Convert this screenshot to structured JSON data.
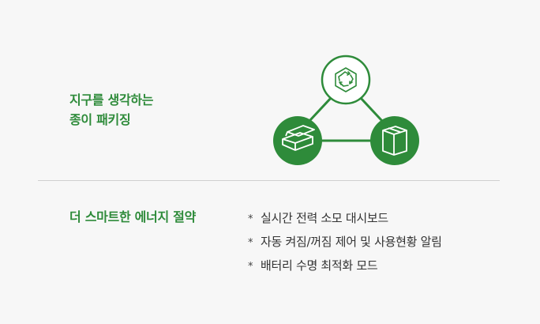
{
  "packaging": {
    "title_line1": "지구를 생각하는",
    "title_line2": "종이 패키징",
    "icons": [
      "recycle-hexagon-icon",
      "open-box-icon",
      "closed-box-icon"
    ]
  },
  "energy": {
    "title": "더 스마트한 에너지 절약",
    "bullet": "*",
    "features": [
      "실시간 전력 소모 대시보드",
      "자동 켜짐/꺼짐 제어 및 사용현황 알림",
      "배터리 수명 최적화 모드"
    ]
  },
  "colors": {
    "accent": "#2e8b3a",
    "background": "#f7f7f7",
    "divider": "#cfcfcf",
    "text": "#333333"
  }
}
